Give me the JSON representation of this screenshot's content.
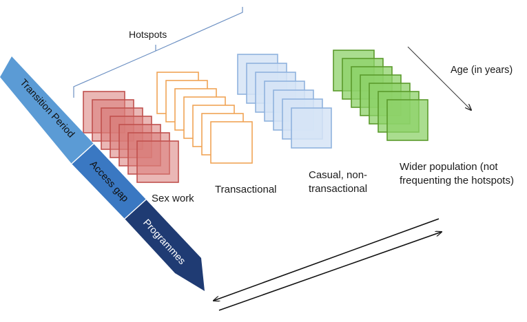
{
  "labels": {
    "hotspots": "Hotspots",
    "age": "Age (in years)",
    "sex_work": "Sex work",
    "transactional": "Transactional",
    "casual": "Casual, non-transactional",
    "wider": "Wider population (not frequenting the hotspots)"
  },
  "arrow_segments": [
    {
      "label": "Transition Period",
      "color": "#5b9bd5"
    },
    {
      "label": "Access gap",
      "color": "#3a78c2"
    },
    {
      "label": "Programmes",
      "color": "#1f3b73"
    }
  ],
  "groups": [
    {
      "name": "sex-work",
      "stroke": "#c0504d",
      "fill": "#d97b79",
      "fill_opacity": 0.55,
      "count": 7
    },
    {
      "name": "transactional",
      "stroke": "#f0a355",
      "fill": "#ffffff",
      "fill_opacity": 1,
      "count": 7
    },
    {
      "name": "casual",
      "stroke": "#8fb2de",
      "fill": "#d6e4f6",
      "fill_opacity": 0.85,
      "count": 7
    },
    {
      "name": "wider",
      "stroke": "#5a9a2b",
      "fill": "#8dd26a",
      "fill_opacity": 0.75,
      "count": 7
    }
  ]
}
